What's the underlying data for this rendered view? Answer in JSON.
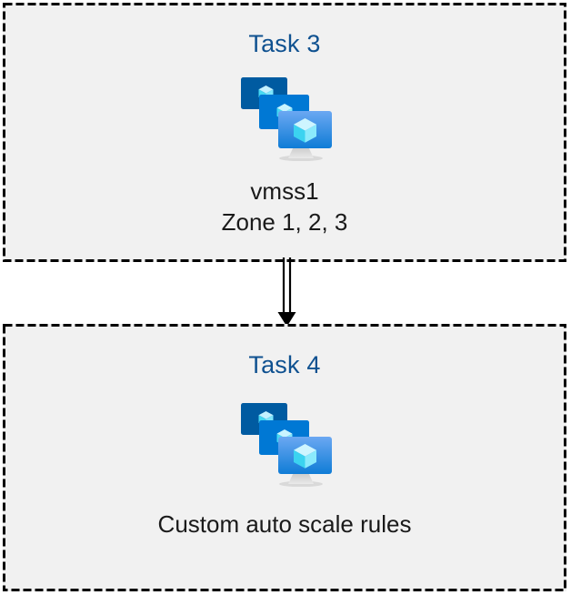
{
  "diagram": {
    "background_color": "#ffffff",
    "box_fill_color": "#f1f1f1",
    "border_color": "#000000",
    "title_color": "#0f5190",
    "label_color": "#1a1a1a",
    "icon_colors": {
      "monitor_back": "#005BA1",
      "monitor_middle": "#0078D4",
      "monitor_front_top": "#5EA0EF",
      "monitor_front_bottom": "#0F7CD6",
      "cube_light": "#C3F1FF",
      "cube_mid": "#9CEBFF",
      "cube_dark": "#32D4F5",
      "stand_gray": "#B3B3B3"
    }
  },
  "tasks": [
    {
      "id": "task-3",
      "title": "Task 3",
      "icon_name": "virtual-machine-scale-set-icon",
      "lines": [
        "vmss1",
        "Zone 1, 2, 3"
      ]
    },
    {
      "id": "task-4",
      "title": "Task 4",
      "icon_name": "virtual-machine-scale-set-icon",
      "lines": [
        "Custom auto scale rules"
      ]
    }
  ],
  "connector": {
    "name": "task3-to-task4-arrow",
    "style": "double-line-with-filled-arrowhead",
    "direction": "down",
    "from": "Task 3",
    "to": "Task 4"
  }
}
